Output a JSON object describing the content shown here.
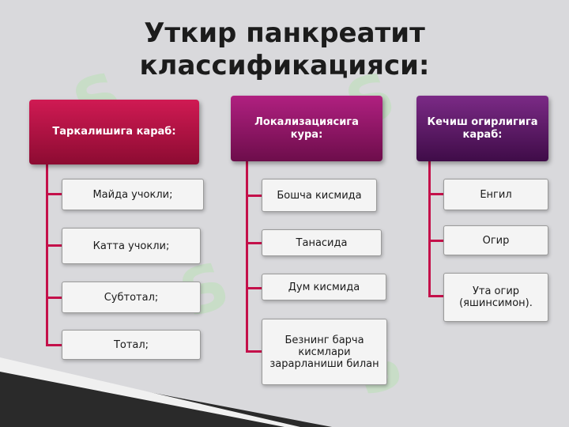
{
  "title": {
    "line1": "Уткир панкреатит",
    "line2": "классификацияси:"
  },
  "columns": [
    {
      "heading": "Таркалишига караб:",
      "items": [
        "Майда учокли;",
        "Катта учокли;",
        "Субтотал;",
        "Тотал;"
      ]
    },
    {
      "heading": "Локализациясига кура:",
      "items": [
        "Бошча кисмида",
        "Танасида",
        "Дум кисмида",
        "Безнинг барча кисмлари зарарланиши билан"
      ]
    },
    {
      "heading": "Кечиш огирлигига караб:",
      "items": [
        "Енгил",
        "Огир",
        "Ута огир (яшинсимон)."
      ]
    }
  ],
  "colors": {
    "connector": "#c4104a",
    "heading1": "#b5123f",
    "heading2": "#951566",
    "heading3": "#5c1966"
  }
}
